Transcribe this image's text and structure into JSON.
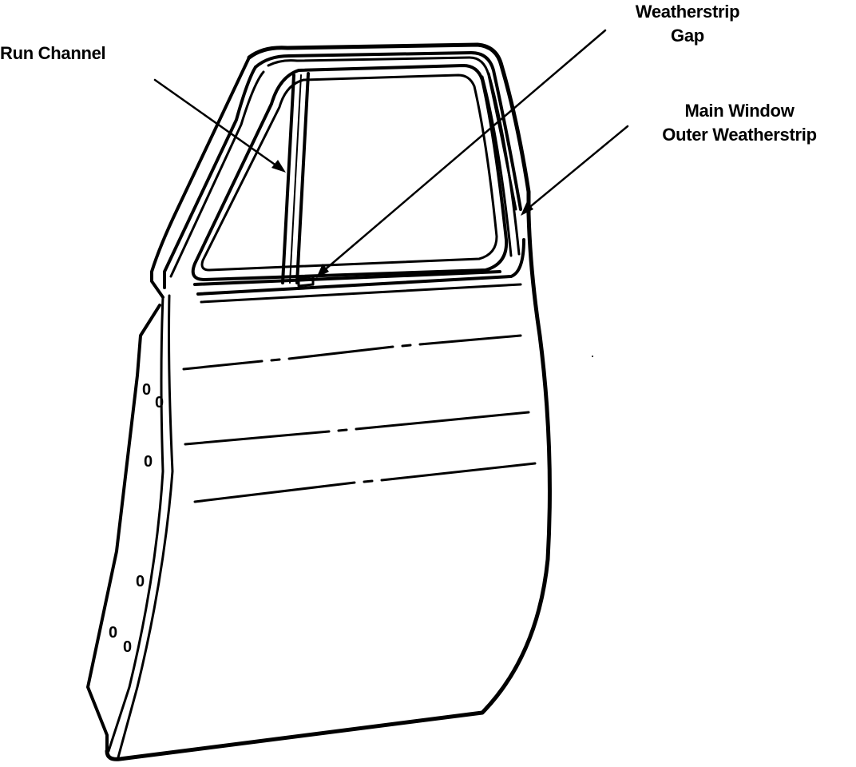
{
  "labels": {
    "run_channel": "Run Channel",
    "weatherstrip_gap_line1": "Weatherstrip",
    "weatherstrip_gap_line2": "Gap",
    "main_window_line1": "Main Window",
    "main_window_line2": "Outer Weatherstrip"
  },
  "hinge_marks": [
    "0",
    "0",
    "0",
    "0",
    "0",
    "0"
  ],
  "colors": {
    "ink": "#000000",
    "background": "#ffffff"
  }
}
